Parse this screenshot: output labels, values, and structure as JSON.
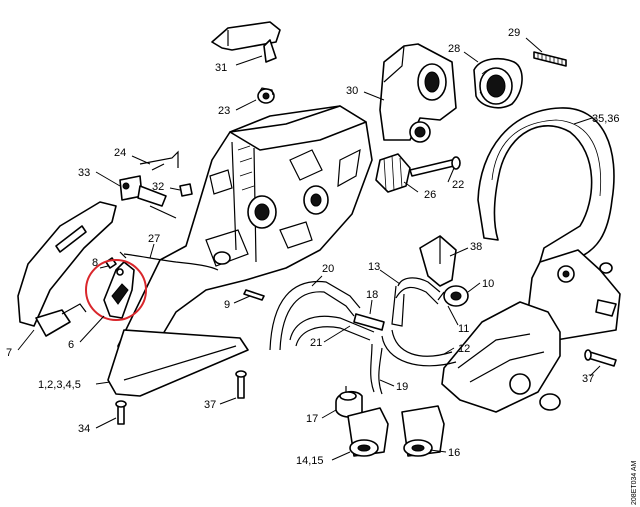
{
  "labels": {
    "l31": "31",
    "l29": "29",
    "l28": "28",
    "l30": "30",
    "l23": "23",
    "l3536": "35,36",
    "l24": "24",
    "l33": "33",
    "l32": "32",
    "l26": "26",
    "l22": "22",
    "l27": "27",
    "l38": "38",
    "l8": "8",
    "l13": "13",
    "l10": "10",
    "l20": "20",
    "l18": "18",
    "l9": "9",
    "l11": "11",
    "l7": "7",
    "l6": "6",
    "l21": "21",
    "l12": "12",
    "l37a": "37",
    "l12345": "1,2,3,4,5",
    "l19": "19",
    "l37b": "37",
    "l17": "17",
    "l34": "34",
    "l1415": "14,15",
    "l16": "16"
  },
  "code": "208ET034 AM",
  "highlight_color": "#d9262b"
}
